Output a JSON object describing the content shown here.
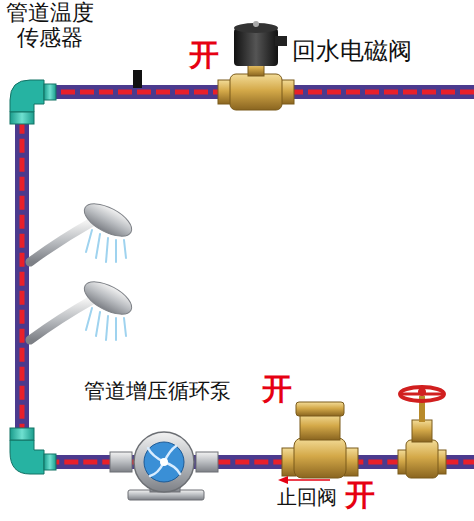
{
  "diagram": {
    "labels": [
      "管道温度 传感器",
      "开",
      "回水电磁阀",
      "管道增压循环泵",
      "开",
      "止回阀",
      "开"
    ]
  }
}
